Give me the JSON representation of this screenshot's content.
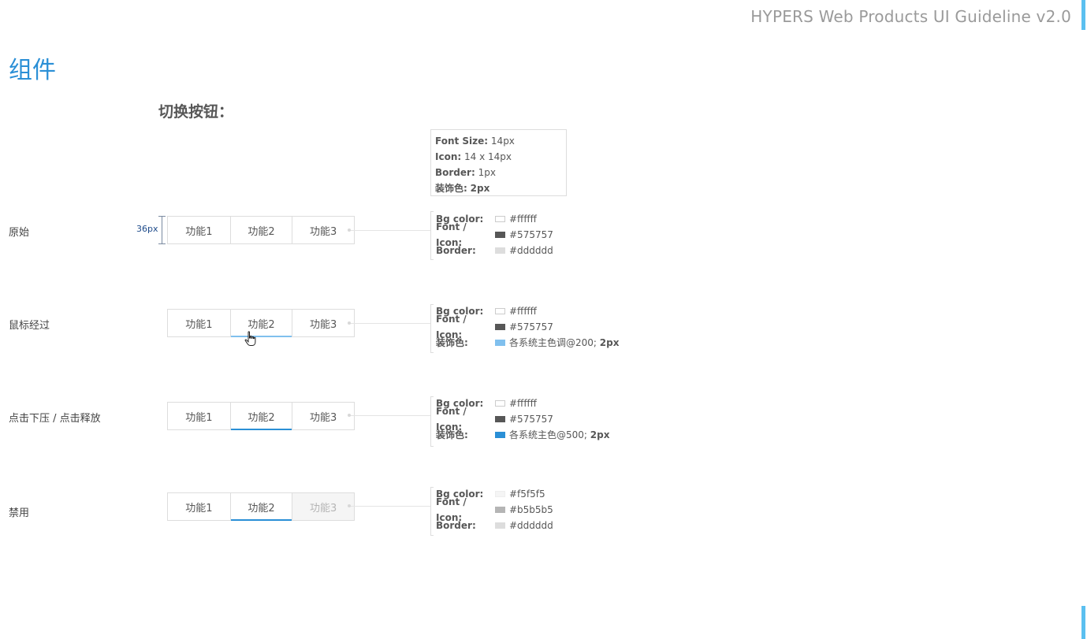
{
  "header": {
    "title": "HYPERS Web Products UI Guideline v2.0"
  },
  "section": {
    "title": "组件"
  },
  "component": {
    "title": "切换按钮："
  },
  "spec": {
    "font_size_label": "Font Size:",
    "font_size_value": "14px",
    "icon_label": "Icon:",
    "icon_value": "14 x 14px",
    "border_label": "Border:",
    "border_value": "1px",
    "deco_label": "装饰色:",
    "deco_value": "2px"
  },
  "dimension_label": "36px",
  "buttons": [
    "功能1",
    "功能2",
    "功能3"
  ],
  "states": [
    {
      "label": "原始",
      "props": [
        {
          "name": "Bg color:",
          "color": "#ffffff",
          "value": "#ffffff"
        },
        {
          "name": "Font / Icon:",
          "color": "#575757",
          "value": "#575757"
        },
        {
          "name": "Border:",
          "color": "#dddddd",
          "value": "#dddddd"
        }
      ]
    },
    {
      "label": "鼠标经过",
      "props": [
        {
          "name": "Bg color:",
          "color": "#ffffff",
          "value": "#ffffff"
        },
        {
          "name": "Font / Icon:",
          "color": "#575757",
          "value": "#575757"
        },
        {
          "name": "装饰色:",
          "color": "#80c0ee",
          "value": "各系统主色调@200;",
          "bold_suffix": "2px"
        }
      ]
    },
    {
      "label": "点击下压 / 点击释放",
      "props": [
        {
          "name": "Bg color:",
          "color": "#ffffff",
          "value": "#ffffff"
        },
        {
          "name": "Font / Icon:",
          "color": "#575757",
          "value": "#575757"
        },
        {
          "name": "装饰色:",
          "color": "#2a8fd6",
          "value": "各系统主色@500;",
          "bold_suffix": "2px"
        }
      ]
    },
    {
      "label": "禁用",
      "props": [
        {
          "name": "Bg color:",
          "color": "#f5f5f5",
          "value": "#f5f5f5"
        },
        {
          "name": "Font / Icon:",
          "color": "#b5b5b5",
          "value": "#b5b5b5"
        },
        {
          "name": "Border:",
          "color": "#dddddd",
          "value": "#dddddd"
        }
      ]
    }
  ],
  "colors": {
    "accent": "#2a8fd6",
    "accent_bar": "#5bc0f0"
  }
}
